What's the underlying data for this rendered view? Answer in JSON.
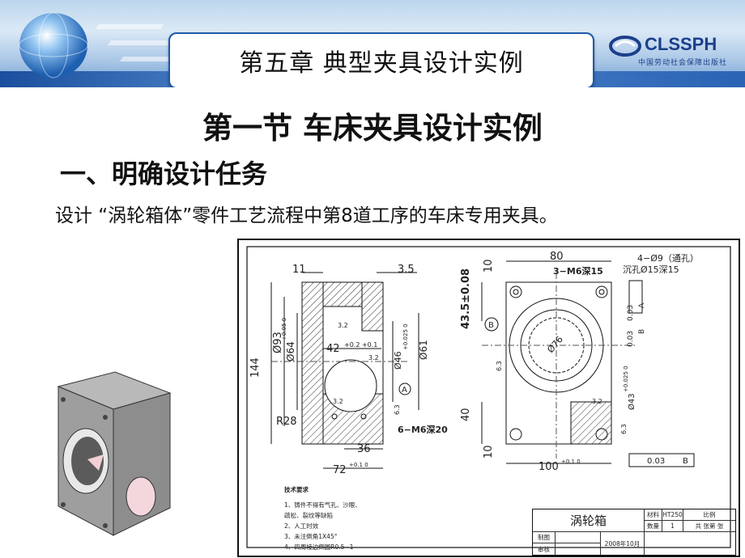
{
  "header": {
    "chapter_title": "第五章  典型夹具设计实例",
    "logo_text": "CLSSPH",
    "logo_subtext": "中国劳动社会保障出版社"
  },
  "section_title": "第一节  车床夹具设计实例",
  "subheading": "一、明确设计任务",
  "description": "设计 “涡轮箱体”零件工艺流程中第8道工序的车床专用夹具。",
  "drawing": {
    "dims": {
      "d11": "11",
      "d3_5": "3.5",
      "d80": "80",
      "d10a": "10",
      "holes_top": "4−Ø9（通孔）",
      "holes_top2": "沉孔Ø15深15",
      "m6_top": "3−M6深15",
      "d43_5": "43.5±0.08",
      "d144": "144",
      "d93": "Ø93",
      "d64": "Ø64",
      "d64_tol": "+0.05 0",
      "d42": "42",
      "d42_tol": "+0.2 +0.1",
      "d46": "Ø46",
      "d46_tol": "+0.025 0",
      "d61": "Ø61",
      "r28": "R28",
      "d36": "36",
      "d72": "72",
      "d72_tol": "+0.1 0",
      "m6_side": "6−M6深20",
      "d40": "40",
      "d10b": "10",
      "d100": "100",
      "d100_tol": "+0.1 0",
      "d76": "Ø76",
      "d43": "Ø43",
      "d43_tol": "+0.025 0",
      "ra32": "3.2",
      "ra63": "6.3",
      "datum_a": "A",
      "datum_b": "B",
      "tol1_val": "0.03",
      "tol2_val": "0.03",
      "tol3_val": "0.03"
    },
    "tech_title": "技术要求",
    "tech_items": [
      "1、铸件不得有气孔、沙眼、",
      "疏松、裂纹等缺陷",
      "2、人工时效",
      "3、未注倒角1X45°",
      "4、四周棱边倒圆R0.5−1"
    ],
    "title_block": {
      "part_name": "涡轮箱",
      "material_label": "材料",
      "material": "HT250",
      "scale_label": "比例",
      "qty_label": "数量",
      "qty": "1",
      "sheet": "共  张第  张",
      "drawn_label": "制图",
      "check_label": "审核",
      "date": "2008年10月"
    }
  },
  "colors": {
    "accent": "#1d5aa8",
    "hatch": "#333333"
  }
}
